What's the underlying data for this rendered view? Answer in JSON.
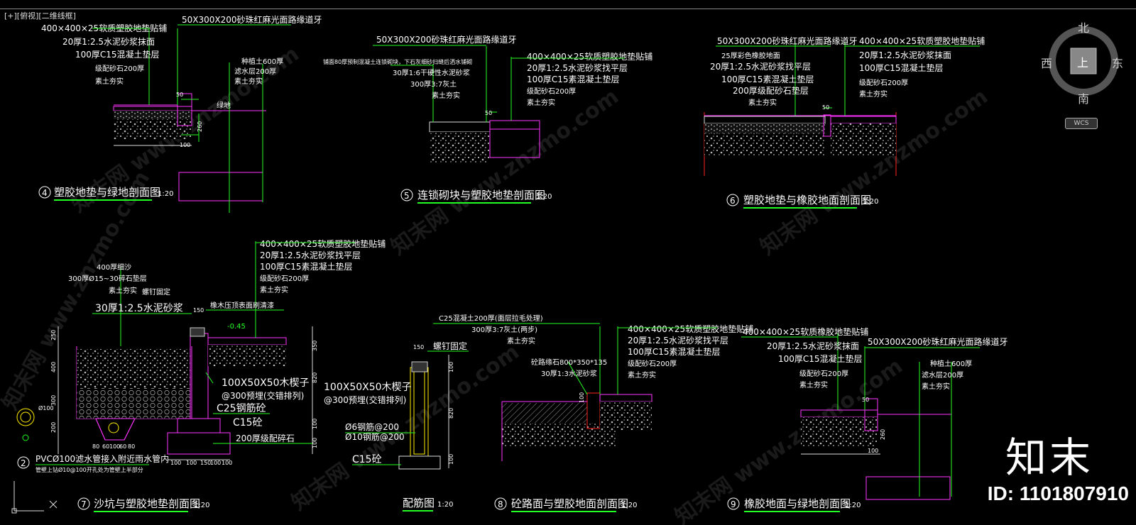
{
  "viewport": {
    "label": "[+][俯视][二维线框]"
  },
  "compass": {
    "north": "北",
    "south": "南",
    "east": "东",
    "west": "西",
    "top": "上",
    "wcs": "WCS"
  },
  "brand": {
    "logo_text": "知末",
    "id_text": "ID: 1101807910",
    "watermark": "知末网 www.znzmo.com"
  },
  "details": {
    "d4": {
      "num": "4",
      "title": "塑胶地垫与绿地剖面图",
      "scale": "1:20",
      "left_notes": [
        "400×400×25软质塑胶地垫贴铺",
        "20厚1:2.5水泥砂浆抹面",
        "100厚C15混凝土垫层",
        "级配砂石200厚",
        "素土夯实"
      ],
      "top_note": "50X300X200砂珠红麻光面路缘道牙",
      "right_notes": [
        "种植土600厚",
        "滤水层200厚",
        "素土夯实"
      ],
      "dims": [
        "50",
        "260",
        "100"
      ],
      "grade": "绿地"
    },
    "d5": {
      "num": "5",
      "title": "连锁砌块与塑胶地垫剖面图",
      "scale": "1:20",
      "top_note": "50X300X200砂珠红麻光面路缘道牙",
      "left_notes": [
        "铺面80厚预制混凝土连锁砌块，下石灰细砂扫缝后洒水铺砌",
        "30厚1:6干硬性水泥砂浆",
        "300厚3:7灰土",
        "素土夯实"
      ],
      "right_notes": [
        "400×400×25软质塑胶地垫贴铺",
        "20厚1:2.5水泥砂浆找平层",
        "100厚C15素混凝土垫层",
        "级配砂石200厚",
        "素土夯实"
      ],
      "dims": [
        "50"
      ]
    },
    "d6": {
      "num": "6",
      "title": "塑胶地垫与橡胶地面剖面图",
      "scale": "1:20",
      "top_note": "50X300X200砂珠红麻光面路缘道牙",
      "left_notes": [
        "25厚彩色橡胶地面",
        "20厚1:2.5水泥砂浆找平层",
        "100厚C15素混凝土垫层",
        "200厚级配砂石垫层",
        "素土夯实"
      ],
      "right_notes": [
        "400×400×25软质塑胶地垫贴铺",
        "20厚1:2.5水泥砂浆抹面",
        "100厚C15混凝土垫层",
        "级配砂石200厚",
        "素土夯实"
      ],
      "dims": [
        "50"
      ]
    },
    "d7": {
      "num": "7",
      "title": "沙坑与塑胶地垫剖面图",
      "scale": "1:20",
      "left_notes": [
        "400厚细沙",
        "300厚Ø15~30碎石垫层",
        "素土夯实"
      ],
      "screw": "螺钉固定",
      "mortar": "30厚1:2.5水泥砂浆",
      "right_notes": [
        "400×400×25软质塑胶地垫贴铺",
        "20厚1:2.5水泥砂浆找平层",
        "100厚C15素混凝土垫层",
        "级配砂石200厚",
        "素土夯实"
      ],
      "wood_note": "橡木压顶表面刷清漆",
      "elev": "-0.45",
      "block": "100X50X50木楔子",
      "block2": "@300预埋(交错排列)",
      "c25": "C25钢筋砼",
      "c15": "C15砼",
      "gravel": "200厚级配碎石",
      "pvc": "PVCØ100滤水管接入附近雨水管内",
      "pvc2": "管壁上钻Ø10@100开孔处为管壁上半部分",
      "dims_bottom": [
        "100",
        "100",
        "150",
        "100",
        "100"
      ],
      "dims_top": [
        "150"
      ],
      "dims_left": [
        "250",
        "400",
        "300",
        "200"
      ],
      "dims_right": [
        "350",
        "820",
        "100",
        "100"
      ],
      "pipe_dims": [
        "80",
        "60",
        "100",
        "60",
        "80"
      ],
      "pipe_label": "Ø100",
      "circle": "2"
    },
    "rebar": {
      "title": "配筋图",
      "scale": "1:20",
      "screw": "螺钉固定",
      "block": "100X50X50木楔子",
      "block2": "@300预埋(交错排列)",
      "bars1": "Ø6钢筋@200",
      "bars2": "Ø10钢筋@200",
      "c15": "C15砼",
      "dims": [
        "150",
        "100",
        "820",
        "100"
      ]
    },
    "d8": {
      "num": "8",
      "title": "砼路面与塑胶地面剖面图",
      "scale": "1:20",
      "left_notes": [
        "C25混凝土200厚(面层拉毛处理)",
        "300厚3:7灰土(两步)",
        "素土夯实"
      ],
      "mid_notes": [
        "砼路缘石800*350*135",
        "30厚1:3水泥砂浆"
      ],
      "right_notes": [
        "400×400×25软质塑胶地垫贴铺",
        "20厚1:2.5水泥砂浆找平层",
        "100厚C15素混凝土垫层",
        "级配砂石200厚",
        "素土夯实"
      ],
      "dims": [
        "100"
      ]
    },
    "d9": {
      "num": "9",
      "title": "橡胶地面与绿地剖面图",
      "scale": "1:20",
      "left_notes": [
        "400×400×25软质橡胶地垫贴铺",
        "20厚1:2.5水泥砂浆抹面",
        "100厚C15混凝土垫层",
        "级配砂石200厚",
        "素土夯实"
      ],
      "top_note": "50X300X200砂珠红麻光面路缘道牙",
      "right_notes": [
        "种植土600厚",
        "滤水层200厚",
        "素土夯实"
      ],
      "dims": [
        "50",
        "260",
        "100"
      ]
    }
  }
}
